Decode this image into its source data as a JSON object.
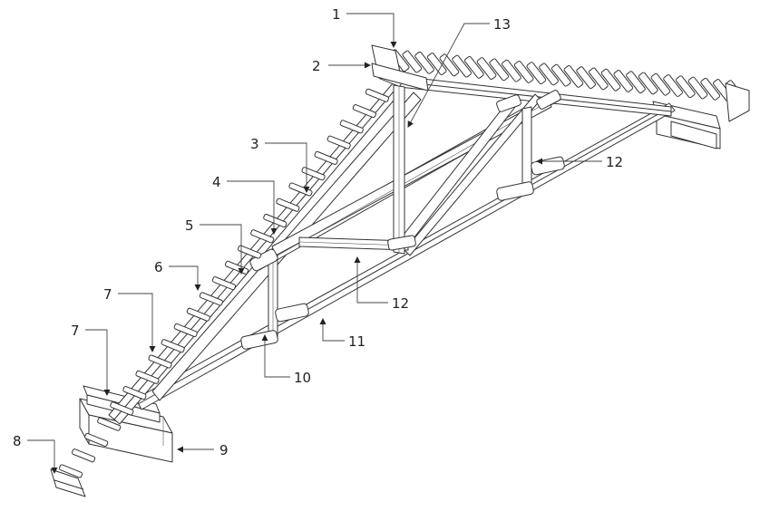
{
  "labels": {
    "l1": "1",
    "l2": "2",
    "l3": "3",
    "l4": "4",
    "l5": "5",
    "l6": "6",
    "l7a": "7",
    "l7b": "7",
    "l8": "8",
    "l9": "9",
    "l10": "10",
    "l11": "11",
    "l12a": "12",
    "l12b": "12",
    "l13": "13"
  }
}
